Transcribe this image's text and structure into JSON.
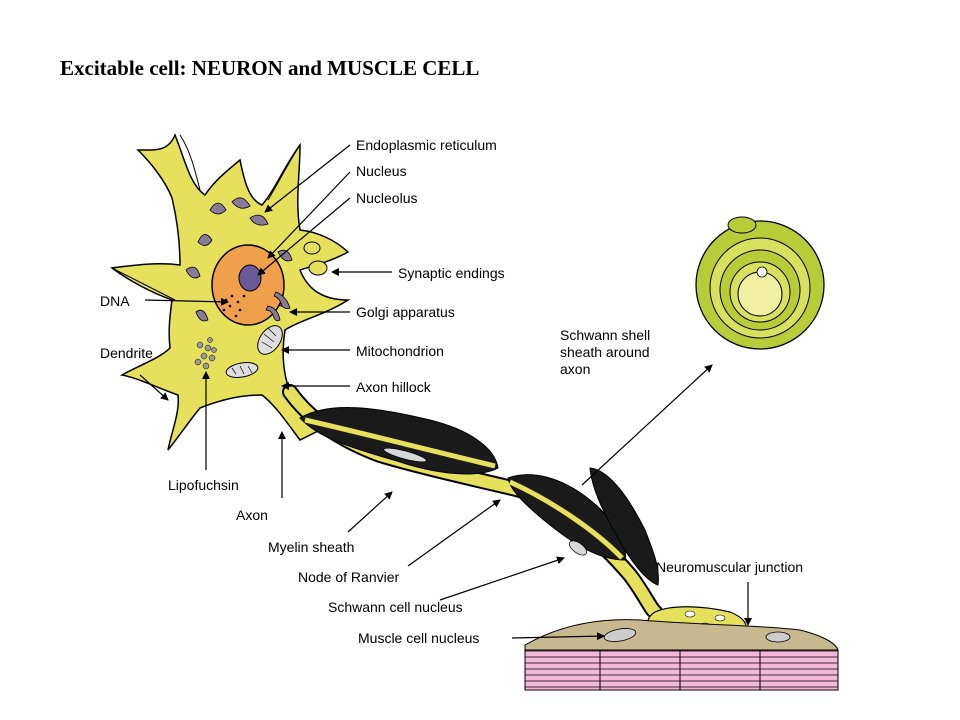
{
  "title": "Excitable cell: NEURON and MUSCLE CELL",
  "colors": {
    "cytoplasm": "#e6e05c",
    "outline": "#000000",
    "myelin": "#1a1a1a",
    "nucleus": "#f0a04a",
    "nucleolus": "#6a5a9a",
    "organelle": "#8a7a9a",
    "muscle_fiber": "#f4b8d8",
    "muscle_cap": "#c8b890",
    "background": "#ffffff"
  },
  "labels": {
    "endoplasmic_reticulum": "Endoplasmic reticulum",
    "nucleus": "Nucleus",
    "nucleolus": "Nucleolus",
    "synaptic_endings": "Synaptic endings",
    "dna": "DNA",
    "golgi_apparatus": "Golgi apparatus",
    "dendrite": "Dendrite",
    "mitochondrion": "Mitochondrion",
    "axon_hillock": "Axon hillock",
    "lipofuchsin": "Lipofuchsin",
    "axon": "Axon",
    "myelin_sheath": "Myelin sheath",
    "node_of_ranvier": "Node of Ranvier",
    "schwann_cell_nucleus": "Schwann cell nucleus",
    "muscle_cell_nucleus": "Muscle cell nucleus",
    "neuromuscular_junction": "Neuromuscular junction",
    "schwann_shell_line1": "Schwann shell",
    "schwann_shell_line2": "sheath around",
    "schwann_shell_line3": "axon"
  }
}
